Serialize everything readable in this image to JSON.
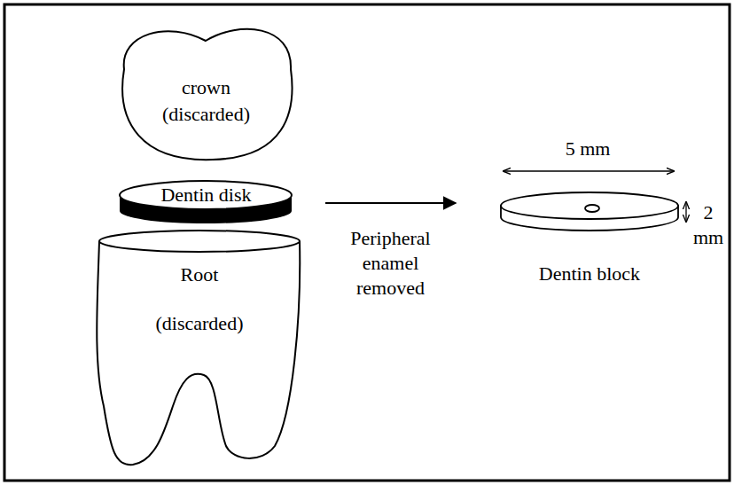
{
  "diagram": {
    "nodes": [
      {
        "text": [
          "crown (discarded)"
        ]
      },
      {
        "text": [
          "Dentin disk"
        ]
      },
      {
        "text": [
          "Root (discarded)"
        ]
      },
      {
        "text": [
          "Dentin block"
        ]
      }
    ],
    "edges": [
      {
        "from": 1,
        "to": 3,
        "arrow": "to",
        "label": "Peripheral enamel removed"
      }
    ],
    "labels": [
      "5 mm",
      "2 mm"
    ]
  }
}
